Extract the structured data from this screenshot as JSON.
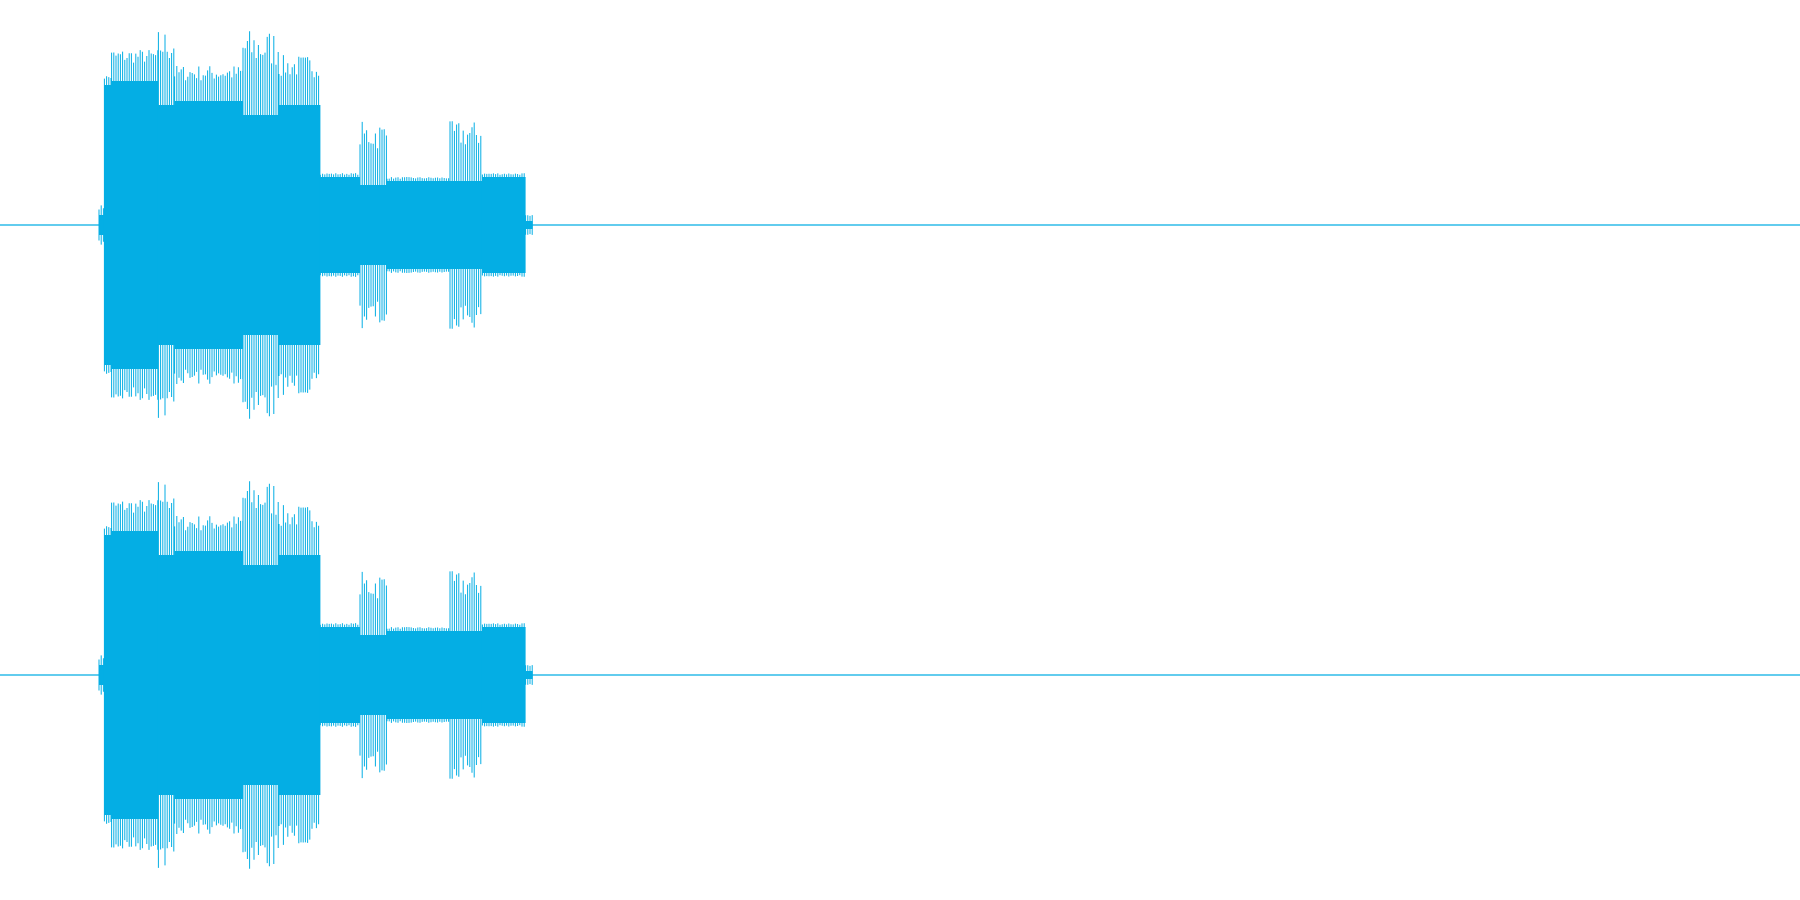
{
  "waveform": {
    "color": "#04aee4",
    "background": "#ffffff",
    "channels": [
      {
        "id": "left",
        "label": ""
      },
      {
        "id": "right",
        "label": ""
      }
    ],
    "segments": [
      {
        "t0": 0.055,
        "t1": 0.058,
        "peak": 0.1,
        "fill": 0.05
      },
      {
        "t0": 0.058,
        "t1": 0.062,
        "peak": 0.75,
        "fill": 0.7
      },
      {
        "t0": 0.062,
        "t1": 0.088,
        "peak": 0.88,
        "fill": 0.72
      },
      {
        "t0": 0.088,
        "t1": 0.097,
        "peak": 0.98,
        "fill": 0.6
      },
      {
        "t0": 0.097,
        "t1": 0.135,
        "peak": 0.8,
        "fill": 0.62
      },
      {
        "t0": 0.135,
        "t1": 0.155,
        "peak": 0.98,
        "fill": 0.55
      },
      {
        "t0": 0.155,
        "t1": 0.178,
        "peak": 0.85,
        "fill": 0.6
      },
      {
        "t0": 0.178,
        "t1": 0.2,
        "peak": 0.26,
        "fill": 0.24
      },
      {
        "t0": 0.2,
        "t1": 0.215,
        "peak": 0.52,
        "fill": 0.2
      },
      {
        "t0": 0.215,
        "t1": 0.25,
        "peak": 0.24,
        "fill": 0.22
      },
      {
        "t0": 0.25,
        "t1": 0.268,
        "peak": 0.52,
        "fill": 0.22
      },
      {
        "t0": 0.268,
        "t1": 0.292,
        "peak": 0.26,
        "fill": 0.24
      },
      {
        "t0": 0.292,
        "t1": 0.296,
        "peak": 0.05,
        "fill": 0.02
      }
    ]
  }
}
